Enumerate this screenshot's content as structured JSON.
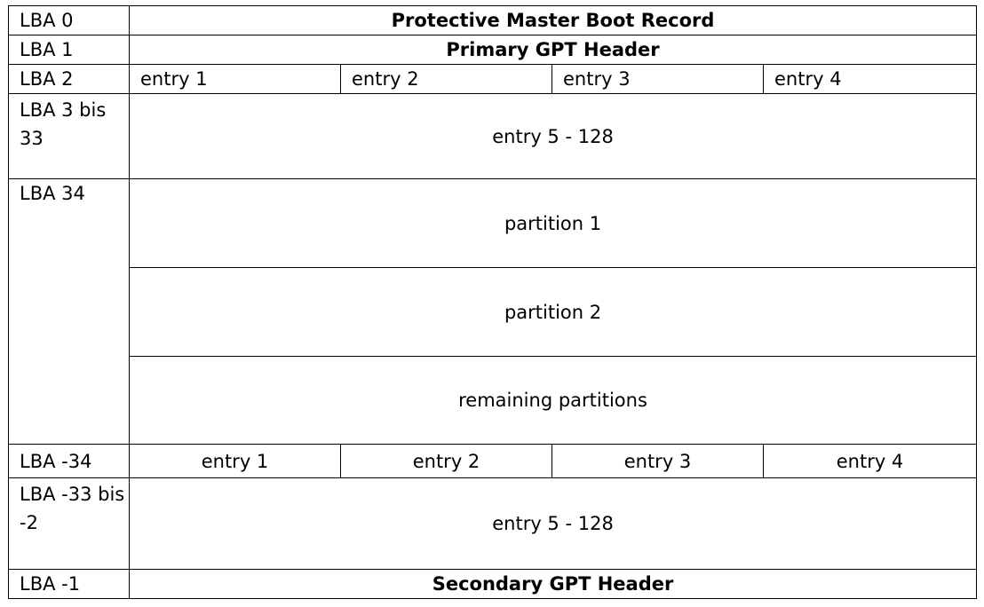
{
  "rows": {
    "lba0": {
      "label": "LBA 0",
      "content": "Protective Master Boot Record"
    },
    "lba1": {
      "label": "LBA 1",
      "content": "Primary GPT Header"
    },
    "lba2": {
      "label": "LBA 2",
      "entries": [
        "entry 1",
        "entry 2",
        "entry 3",
        "entry 4"
      ]
    },
    "lba3": {
      "label": "LBA 3 bis 33",
      "content": "entry 5 - 128"
    },
    "lba34": {
      "label": "LBA 34",
      "partitions": [
        "partition 1",
        "partition 2",
        "remaining partitions"
      ]
    },
    "lbam34": {
      "label": "LBA -34",
      "entries": [
        "entry 1",
        "entry 2",
        "entry 3",
        "entry 4"
      ]
    },
    "lbam33": {
      "label": "LBA -33 bis -2",
      "content": "entry 5 - 128"
    },
    "lbam1": {
      "label": "LBA -1",
      "content": "Secondary GPT Header"
    }
  }
}
